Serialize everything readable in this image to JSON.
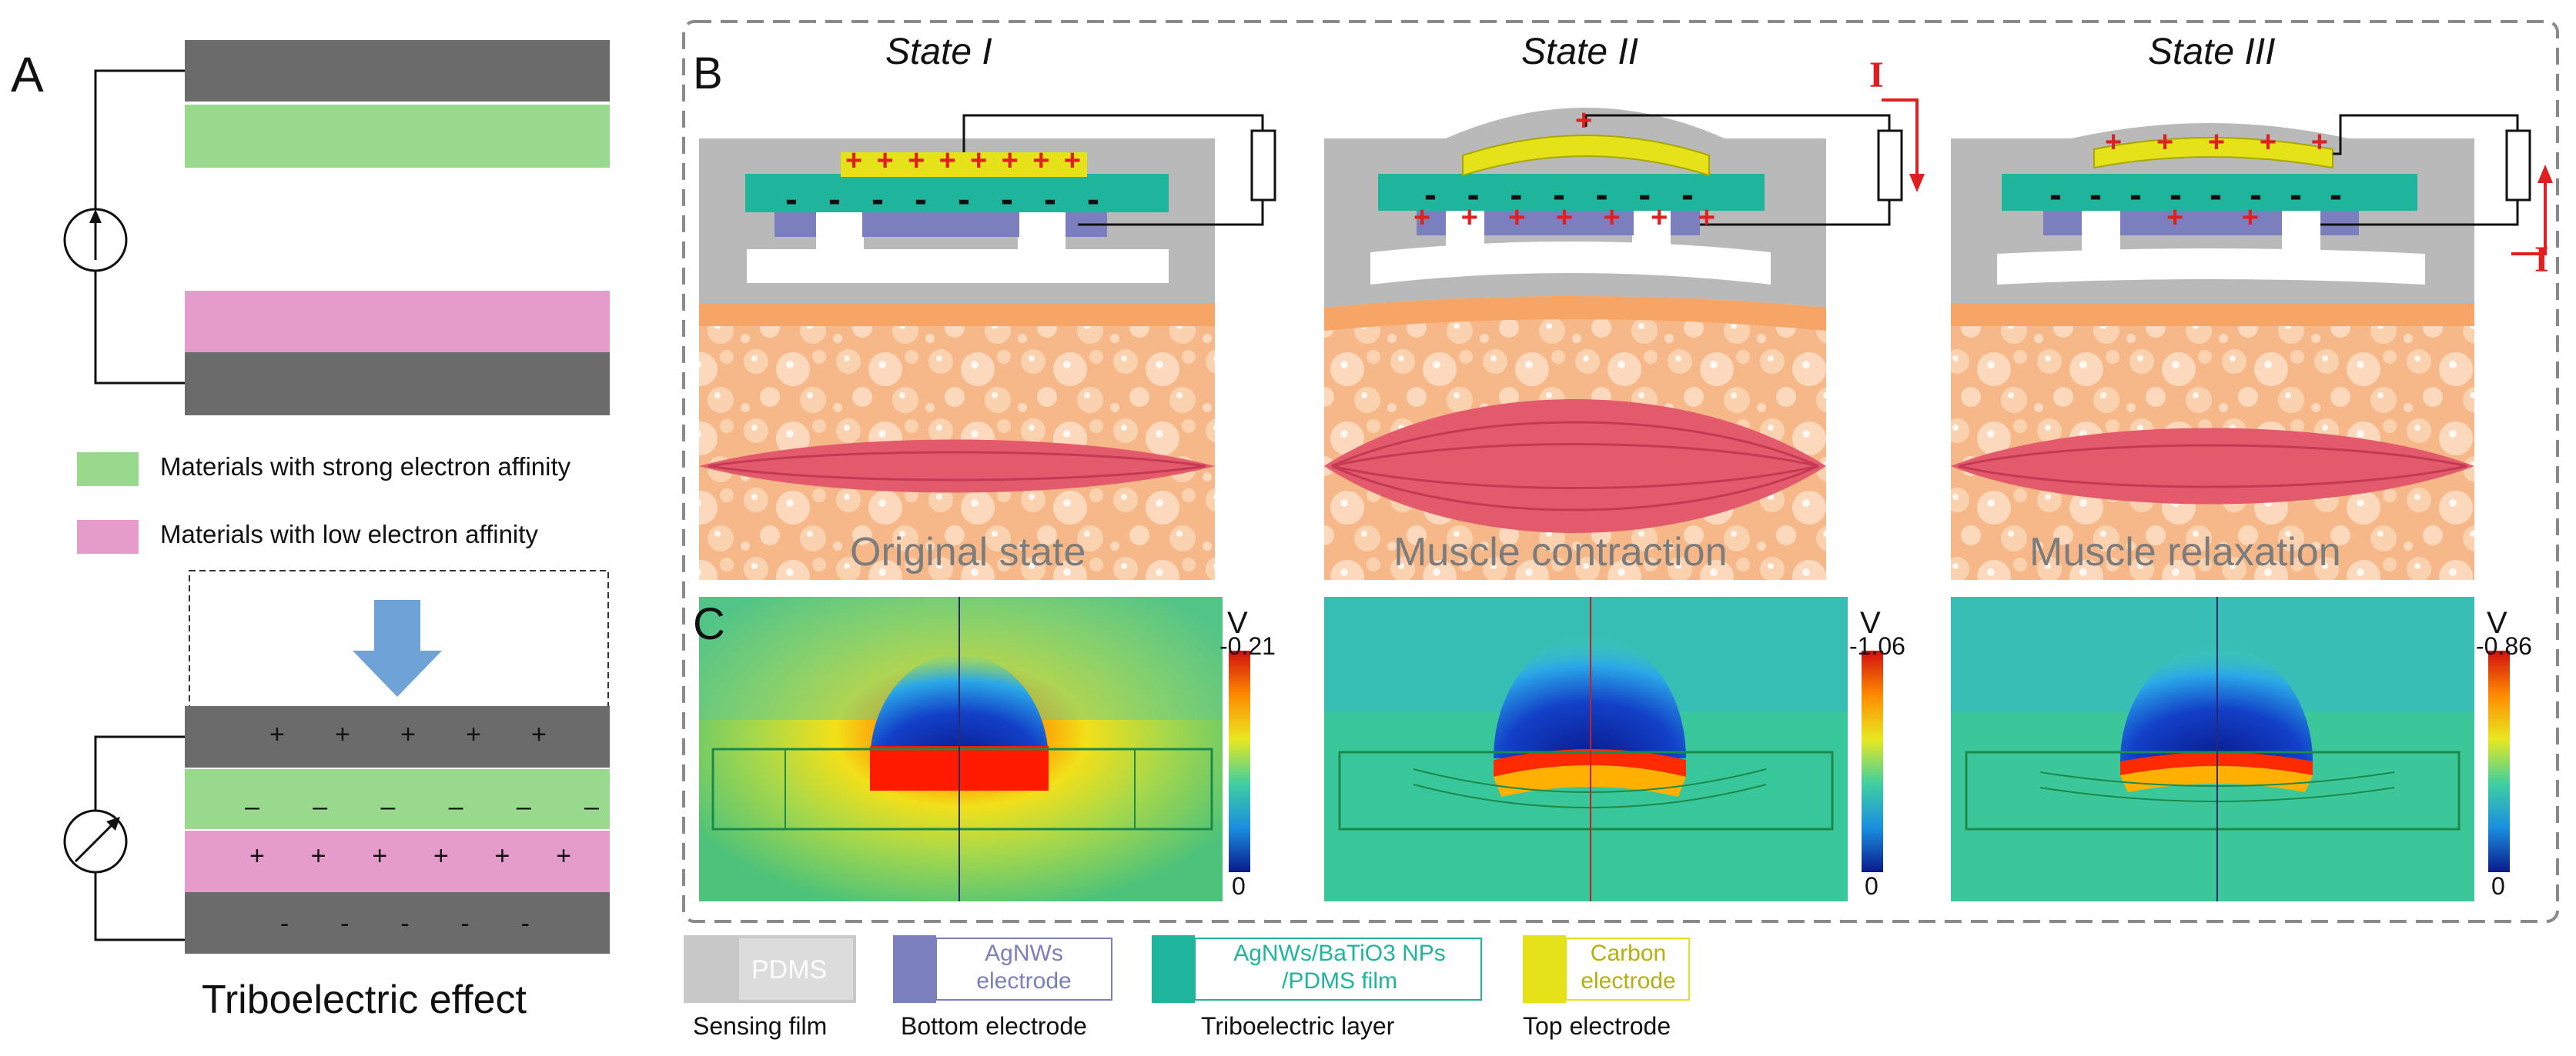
{
  "panel_a": {
    "label": "A",
    "legend": [
      {
        "text": "Materials with strong electron affinity",
        "color": "#98d98e"
      },
      {
        "text": "Materials with low electron affinity",
        "color": "#e59ccb"
      }
    ],
    "caption": "Triboelectric effect",
    "plus_sign": "+",
    "minus_sign": "–",
    "dash_sign": "-"
  },
  "panel_b": {
    "label": "B",
    "states": [
      {
        "title": "State I",
        "caption": "Original state"
      },
      {
        "title": "State II",
        "caption": "Muscle contraction"
      },
      {
        "title": "State III",
        "caption": "Muscle relaxation"
      }
    ],
    "current_label": "I",
    "plus_sign": "+",
    "minus_sign": "-"
  },
  "panel_c": {
    "label": "C",
    "unit": "V",
    "colorbars": [
      {
        "max": "-0.21",
        "min": "0"
      },
      {
        "max": "-1.06",
        "min": "0"
      },
      {
        "max": "-0.86",
        "min": "0"
      }
    ]
  },
  "materials_legend": [
    {
      "swatch_text": "PDMS",
      "caption": "Sensing film",
      "color": "#c8c8c8",
      "text_color": "#ffffff"
    },
    {
      "swatch_text": "AgNWs electrode",
      "caption": "Bottom electrode",
      "color": "#7b7fbd",
      "text_color": "#7b7fbd"
    },
    {
      "swatch_text": "AgNWs/BaTiO3 NPs /PDMS film",
      "caption": "Triboelectric layer",
      "color": "#1fb59c",
      "text_color": "#1fb59c"
    },
    {
      "swatch_text": "Carbon electrode",
      "caption": "Top electrode",
      "color": "#e6e21a",
      "text_color": "#b4b00e"
    }
  ],
  "colors": {
    "pdms": "#b9b9b9",
    "electrode_bottom": "#7b7fbd",
    "tribo": "#1fb59c",
    "carbon": "#e6e21a",
    "tissue": "#f5b17e",
    "muscle": "#e35a6d",
    "charge": "#e02020"
  }
}
